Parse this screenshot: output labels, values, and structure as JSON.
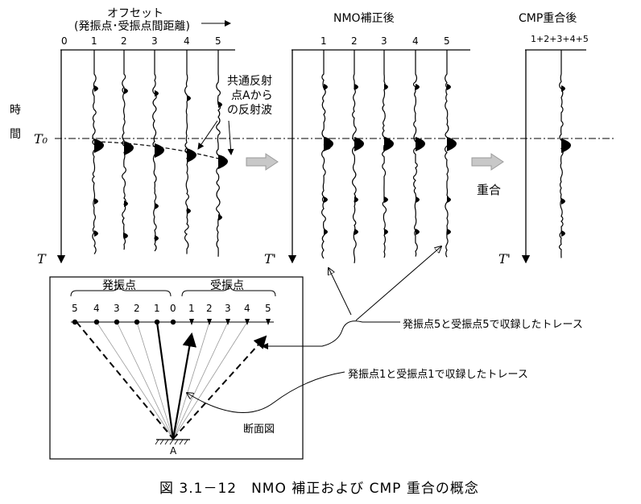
{
  "offset_header": "オフセット",
  "offset_sub": "(発振点･受振点間距離)",
  "nmo_header": "NMO補正後",
  "cmp_header": "CMP重合後",
  "cmp_trace_label": "1+2+3+4+5",
  "trace_numbers": [
    "0",
    "1",
    "2",
    "3",
    "4",
    "5"
  ],
  "nmo_trace_numbers": [
    "1",
    "2",
    "3",
    "4",
    "5"
  ],
  "time_label_1": "時",
  "time_label_2": "間",
  "t0_label": "T₀",
  "t_label": "T",
  "t_prime_label": "T'",
  "reflection_annotation": [
    "共通反射",
    "点Aから",
    "の反射波"
  ],
  "stack_label": "重合",
  "section": {
    "shot_label": "発振点",
    "receiver_label": "受振点",
    "shot_numbers": [
      "5",
      "4",
      "3",
      "2",
      "1",
      "0"
    ],
    "receiver_numbers": [
      "1",
      "2",
      "3",
      "4",
      "5"
    ],
    "point_label": "A",
    "section_label": "断面図"
  },
  "callout_5": "発振点5と受振点5で収録したトレース",
  "callout_1": "発振点1と受振点1で収録したトレース",
  "caption": "図 3.1－12　NMO 補正および CMP 重合の概念"
}
